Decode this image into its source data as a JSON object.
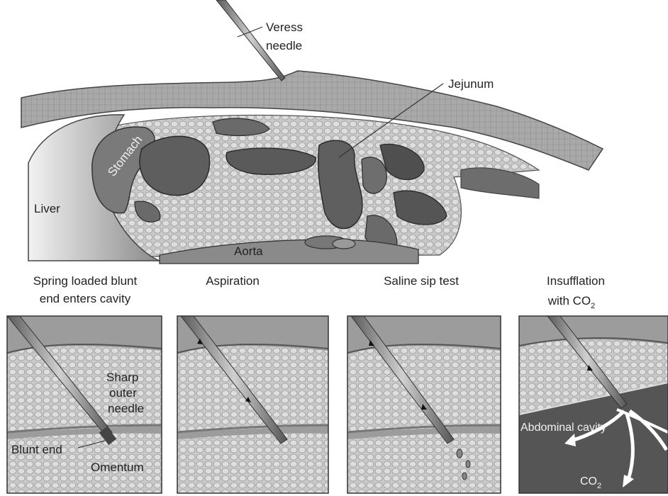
{
  "top": {
    "labels": {
      "veress_l1": "Veress",
      "veress_l2": "needle",
      "jejunum": "Jejunum",
      "stomach": "Stomach",
      "liver": "Liver",
      "aorta": "Aorta"
    }
  },
  "panels": [
    {
      "caption": [
        "Spring loaded blunt",
        "end enters cavity"
      ],
      "labels": {
        "sharp_1": "Sharp",
        "sharp_2": "outer",
        "sharp_3": "needle",
        "blunt": "Blunt end",
        "omentum": "Omentum"
      }
    },
    {
      "caption": [
        "Aspiration"
      ]
    },
    {
      "caption": [
        "Saline sip test"
      ]
    },
    {
      "caption": [
        "Insufflation",
        "with CO"
      ],
      "caption_sub": "2",
      "labels": {
        "cavity": "Abdominal cavity",
        "co2": "CO",
        "co2_sub": "2"
      }
    }
  ],
  "colors": {
    "ink": "#222222",
    "tissue": "#b5b5b5",
    "organ": "#707070",
    "cavity": "#5a5a5a"
  }
}
